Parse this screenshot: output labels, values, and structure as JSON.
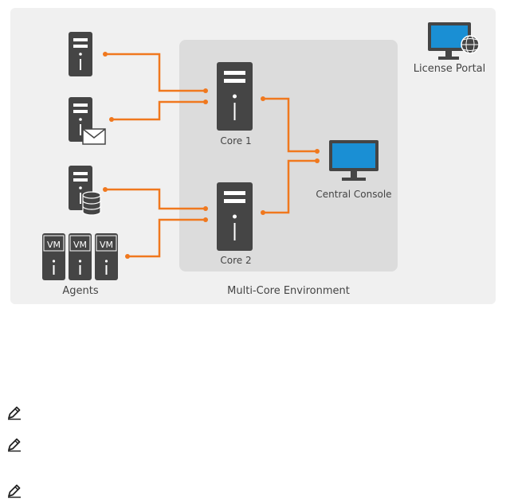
{
  "labels": {
    "core1": "Core 1",
    "core2": "Core 2",
    "central_console": "Central Console",
    "license_portal": "License Portal",
    "agents": "Agents",
    "environment": "Multi-Core Environment"
  },
  "vm_labels": [
    "VM",
    "VM",
    "VM"
  ],
  "colors": {
    "panel": "#f0f0f0",
    "environment": "#dcdcdc",
    "server": "#454545",
    "connector": "#f0781e",
    "monitor_screen": "#1a8fd4"
  },
  "icons": [
    "server-icon",
    "mail-server-icon",
    "database-server-icon",
    "vm-icon",
    "monitor-icon",
    "globe-icon",
    "note-icon"
  ]
}
